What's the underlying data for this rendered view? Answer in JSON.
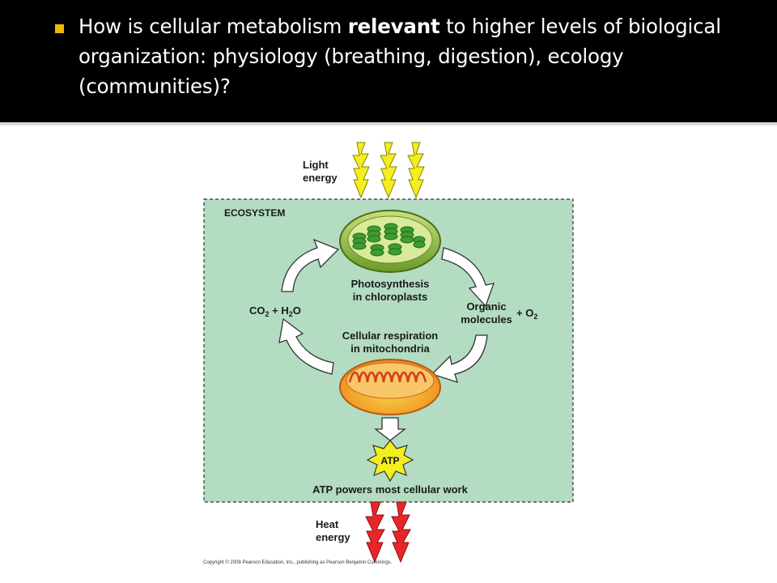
{
  "slide": {
    "bullet_color": "#f0b800",
    "heading": {
      "part1": "How is cellular metabolism ",
      "bold": "relevant",
      "part2": " to higher levels of biological organization: physiology (breathing, digestion), ecology (communities)?"
    }
  },
  "diagram": {
    "light_label_1": "Light",
    "light_label_2": "energy",
    "ecosystem_label": "ECOSYSTEM",
    "photosynthesis_1": "Photosynthesis",
    "photosynthesis_2": "in chloroplasts",
    "co2": "CO",
    "co2_sub": "2",
    "plus_h2o": " + H",
    "h2_sub": "2",
    "o_letter": "O",
    "organic_1": "Organic",
    "organic_2": "molecules",
    "plus_o2": "+ O",
    "o2_sub": "2",
    "respiration_1": "Cellular respiration",
    "respiration_2": "in mitochondria",
    "atp": "ATP",
    "atp_powers": "ATP powers most cellular work",
    "heat_label_1": "Heat",
    "heat_label_2": "energy",
    "copyright": "Copyright © 2008 Pearson Education, Inc., publishing as Pearson Benjamin Cummings.",
    "colors": {
      "ecosystem_fill": "#b3dcc2",
      "light_bolt": "#f3ee1d",
      "heat_bolt": "#e8262a",
      "chloroplast": "#4fae3a",
      "mitochondrion": "#f29a2e"
    }
  }
}
